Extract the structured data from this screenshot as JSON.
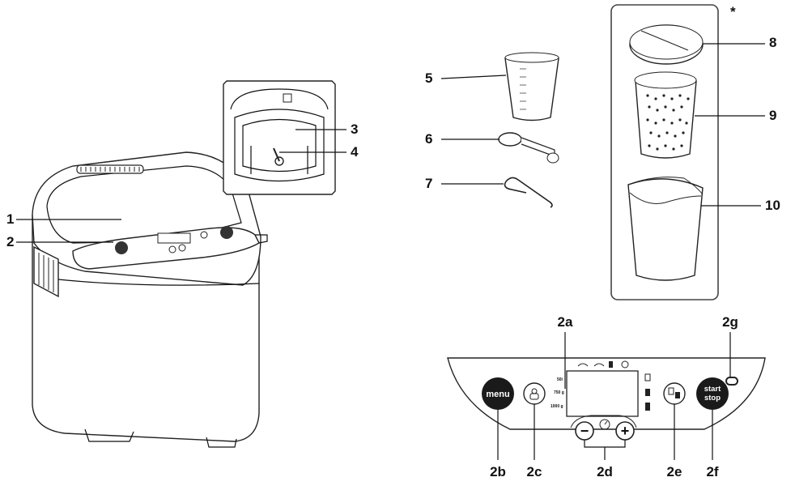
{
  "callouts": {
    "c1": "1",
    "c2": "2",
    "c3": "3",
    "c4": "4",
    "c5": "5",
    "c6": "6",
    "c7": "7",
    "c8": "8",
    "c9": "9",
    "c10": "10",
    "asterisk": "*"
  },
  "panel": {
    "label_2a": "2a",
    "label_2b": "2b",
    "label_2c": "2c",
    "label_2d": "2d",
    "label_2e": "2e",
    "label_2f": "2f",
    "label_2g": "2g",
    "weight_1": "50i",
    "weight_2": "750 g",
    "weight_3": "1000 g",
    "menu_button": "menu",
    "start_line1": "start",
    "start_line2": "stop",
    "minus_symbol": "−",
    "plus_symbol": "+"
  },
  "colors": {
    "button_fill": "#1a1a1a",
    "line": "#111111",
    "background": "#ffffff"
  }
}
